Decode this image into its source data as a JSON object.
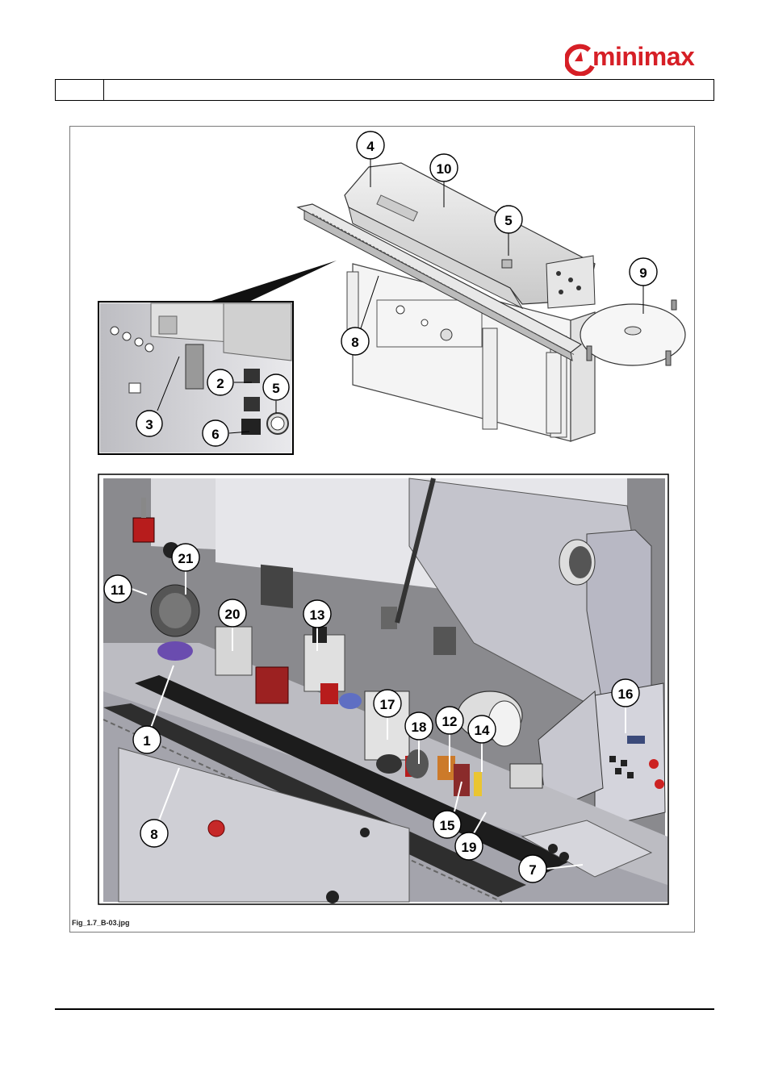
{
  "brand": {
    "name": "minimax",
    "color": "#d61f26"
  },
  "header": {
    "cell1": "",
    "cell2": ""
  },
  "figure": {
    "caption": "Fig_1.7_B-03.jpg",
    "top_callouts": [
      "4",
      "10",
      "5",
      "9",
      "8"
    ],
    "inset_callouts": [
      "2",
      "5",
      "3",
      "6"
    ],
    "bottom_callouts": [
      "21",
      "11",
      "20",
      "13",
      "17",
      "18",
      "12",
      "14",
      "16",
      "1",
      "15",
      "19",
      "8",
      "7"
    ]
  }
}
